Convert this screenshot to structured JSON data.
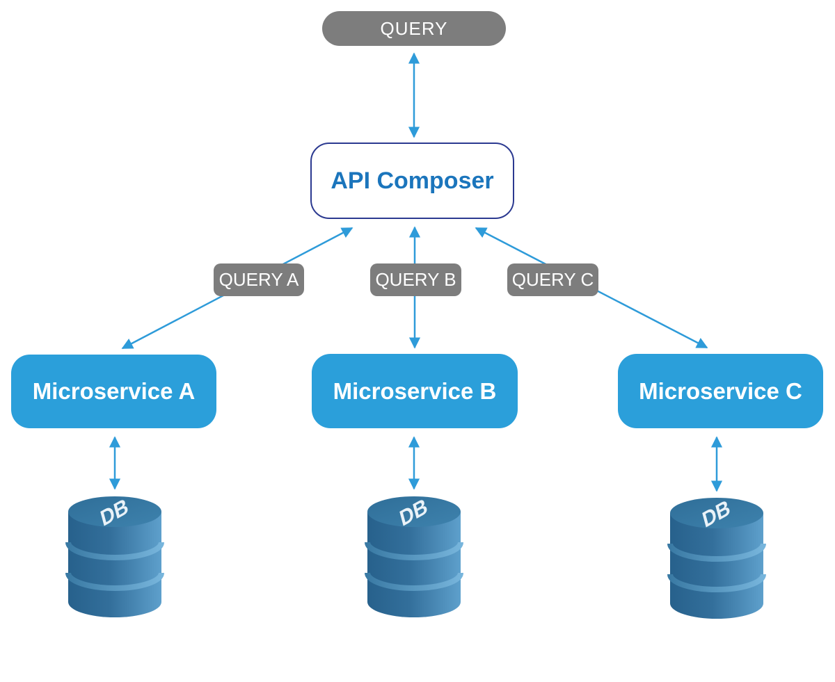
{
  "nodes": {
    "query": {
      "label": "QUERY"
    },
    "api_composer": {
      "label": "API Composer"
    },
    "query_a": {
      "label": "QUERY A"
    },
    "query_b": {
      "label": "QUERY B"
    },
    "query_c": {
      "label": "QUERY C"
    },
    "microservice_a": {
      "label": "Microservice A"
    },
    "microservice_b": {
      "label": "Microservice B"
    },
    "microservice_c": {
      "label": "Microservice C"
    },
    "db_a": {
      "label": "DB"
    },
    "db_b": {
      "label": "DB"
    },
    "db_c": {
      "label": "DB"
    }
  },
  "colors": {
    "arrow_blue": "#2E9BD9",
    "microservice_blue": "#2B9FDA",
    "label_gray": "#7D7D7D",
    "api_border_navy": "#2B3990",
    "api_text_blue": "#1B75BC",
    "db_body_dark": "#27618C",
    "db_body_light": "#5EA0CC",
    "db_top_dark": "#2F6E98",
    "db_top_light": "#3E82AD",
    "text_white": "#FFFFFF"
  }
}
